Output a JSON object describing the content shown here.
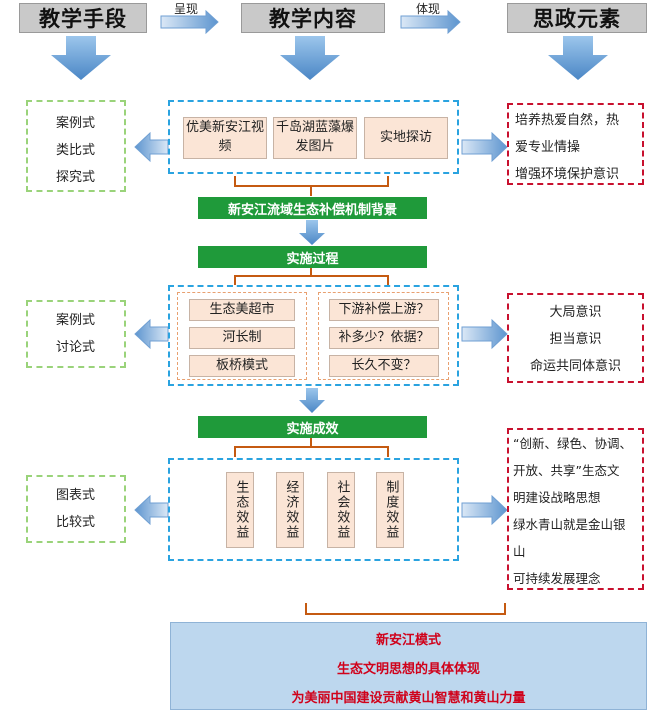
{
  "headers": {
    "methods": "教学手段",
    "content": "教学内容",
    "ideology": "思政元素"
  },
  "labels": {
    "present": "呈现",
    "embody": "体现"
  },
  "row1": {
    "methods": [
      "案例式",
      "类比式",
      "探究式"
    ],
    "items": [
      "优美新安江视频",
      "千岛湖蓝藻爆发图片",
      "实地探访"
    ],
    "ideology": [
      "培养热爱自然，热",
      "爱专业情操",
      "增强环境保护意识"
    ],
    "bar": "新安江流域生态补偿机制背景"
  },
  "row2": {
    "bar": "实施过程",
    "methods": [
      "案例式",
      "讨论式"
    ],
    "left_items": [
      "生态美超市",
      "河长制",
      "板桥模式"
    ],
    "right_items": [
      "下游补偿上游？",
      "补多少？依据？",
      "长久不变？"
    ],
    "ideology": [
      "大局意识",
      "担当意识",
      "命运共同体意识"
    ]
  },
  "row3": {
    "bar": "实施成效",
    "methods": [
      "图表式",
      "比较式"
    ],
    "items": [
      "生态效益",
      "经济效益",
      "社会效益",
      "制度效益"
    ],
    "ideology": [
      "“创新、绿色、协调、",
      "开放、共享”生态文",
      "明建设战略思想",
      "绿水青山就是金山银",
      "山",
      "可持续发展理念"
    ]
  },
  "summary": [
    "新安江模式",
    "生态文明思想的具体体现",
    "为美丽中国建设贡献黄山智慧和黄山力量"
  ]
}
